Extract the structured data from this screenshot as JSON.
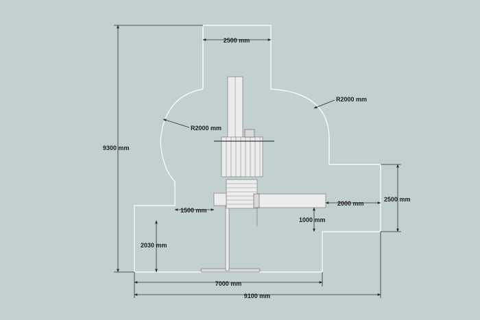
{
  "dimensions": {
    "top_width": "2500 mm",
    "radius_right": "R2000 mm",
    "radius_left": "R2000 mm",
    "total_height": "9300 mm",
    "right_height": "2500 mm",
    "slide_extension": "2000 mm",
    "left_offset": "1500 mm",
    "right_offset": "1000 mm",
    "left_lower_height": "2030 mm",
    "inner_width": "7000 mm",
    "total_width": "9100 mm"
  },
  "colors": {
    "background": "#c3d0d1",
    "safety_zone": "#ffffff",
    "dimension_lines": "#2a2a2a"
  }
}
